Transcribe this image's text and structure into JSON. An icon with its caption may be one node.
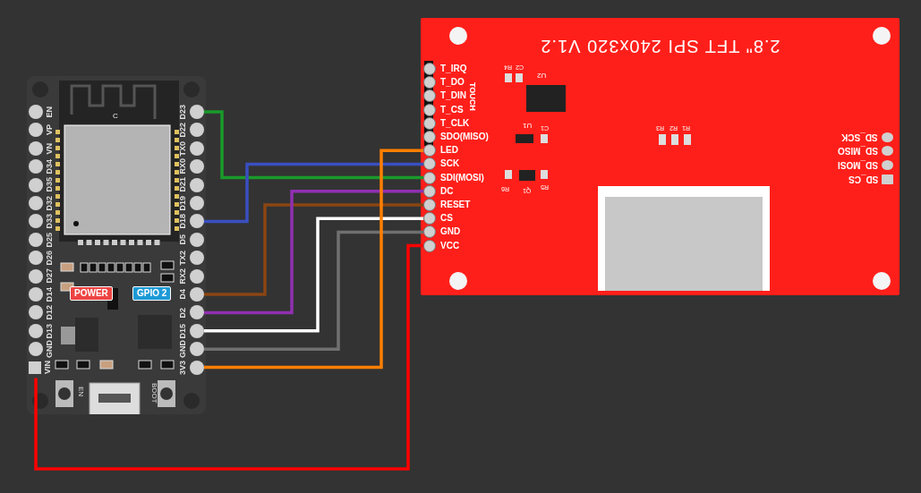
{
  "diagram": {
    "nodes": [
      {
        "text": [],
        "shape": "box"
      },
      {
        "text": [
          "EN"
        ],
        "in": 0
      },
      {
        "text": [
          "VP"
        ],
        "in": 0
      },
      {
        "text": [
          "VN"
        ],
        "in": 0
      },
      {
        "text": [
          "D34"
        ],
        "in": 0
      },
      {
        "text": [
          "D35"
        ],
        "in": 0
      },
      {
        "text": [
          "D32"
        ],
        "in": 0
      },
      {
        "text": [
          "D33"
        ],
        "in": 0
      },
      {
        "text": [
          "D25"
        ],
        "in": 0
      },
      {
        "text": [
          "D26"
        ],
        "in": 0
      },
      {
        "text": [
          "D27"
        ],
        "in": 0
      },
      {
        "text": [
          "D14"
        ],
        "in": 0
      },
      {
        "text": [
          "D12"
        ],
        "in": 0
      },
      {
        "text": [
          "D13"
        ],
        "in": 0
      },
      {
        "text": [
          "GND"
        ],
        "in": 0
      },
      {
        "text": [
          "VIN"
        ],
        "in": 0
      },
      {
        "text": [
          "D23"
        ],
        "in": 0
      },
      {
        "text": [
          "D22"
        ],
        "in": 0
      },
      {
        "text": [
          "TX0"
        ],
        "in": 0
      },
      {
        "text": [
          "RX0"
        ],
        "in": 0
      },
      {
        "text": [
          "D21"
        ],
        "in": 0
      },
      {
        "text": [
          "D19"
        ],
        "in": 0
      },
      {
        "text": [
          "D18"
        ],
        "in": 0
      },
      {
        "text": [
          "D5"
        ],
        "in": 0
      },
      {
        "text": [
          "TX2"
        ],
        "in": 0
      },
      {
        "text": [
          "RX2"
        ],
        "in": 0
      },
      {
        "text": [
          "D4"
        ],
        "in": 0
      },
      {
        "text": [
          "D2"
        ],
        "in": 0
      },
      {
        "text": [
          "D15"
        ],
        "in": 0
      },
      {
        "text": [
          "GND"
        ],
        "in": 0
      },
      {
        "text": [
          "3V3"
        ],
        "in": 0
      },
      {
        "text": [
          "2.8\" TFT SPI 240x320 V1.2"
        ]
      },
      {
        "text": [
          "T_IRQ"
        ],
        "in": 31
      },
      {
        "text": [
          "T_DO"
        ],
        "in": 31
      },
      {
        "text": [
          "T_DIN"
        ],
        "in": 31
      },
      {
        "text": [
          "T_CS"
        ],
        "in": 31
      },
      {
        "text": [
          "T_CLK"
        ],
        "in": 31
      },
      {
        "text": [
          "SDO(MISO)"
        ],
        "in": 31
      },
      {
        "text": [
          "LED"
        ],
        "in": 31
      },
      {
        "text": [
          "SCK"
        ],
        "in": 31
      },
      {
        "text": [
          "SDI(MOSI)"
        ],
        "in": 31
      },
      {
        "text": [
          "DC"
        ],
        "in": 31
      },
      {
        "text": [
          "RESET"
        ],
        "in": 31
      },
      {
        "text": [
          "CS"
        ],
        "in": 31
      },
      {
        "text": [
          "GND"
        ],
        "in": 31
      },
      {
        "text": [
          "VCC"
        ],
        "in": 31
      },
      {
        "text": [
          "SD_SCK"
        ],
        "in": 31
      },
      {
        "text": [
          "SD_MISO"
        ],
        "in": 31
      },
      {
        "text": [
          "SD_MOSI"
        ],
        "in": 31
      },
      {
        "text": [
          "SD_CS"
        ],
        "in": 31
      }
    ],
    "edges": [
      {
        "from": 16,
        "to": 40,
        "arrow": "none",
        "color": "#1a9a2a"
      },
      {
        "from": 22,
        "to": 39,
        "arrow": "none",
        "color": "#3a4fc0"
      },
      {
        "from": 26,
        "to": 42,
        "arrow": "none",
        "color": "#8b4513"
      },
      {
        "from": 27,
        "to": 41,
        "arrow": "none",
        "color": "#9030b0"
      },
      {
        "from": 28,
        "to": 43,
        "arrow": "none",
        "color": "#ffffff"
      },
      {
        "from": 29,
        "to": 44,
        "arrow": "none",
        "color": "#707070"
      },
      {
        "from": 30,
        "to": 38,
        "arrow": "none",
        "color": "#ff7f00"
      },
      {
        "from": 15,
        "to": 45,
        "arrow": "none",
        "color": "#ff0000"
      }
    ],
    "labels": [
      "C",
      "POWER",
      "GPIO 2",
      "EN",
      "BOOT",
      "TOUCH",
      "U2",
      "R4",
      "C2",
      "U1",
      "C1",
      "R6",
      "Q1",
      "R5",
      "R3",
      "R2",
      "R1"
    ]
  }
}
